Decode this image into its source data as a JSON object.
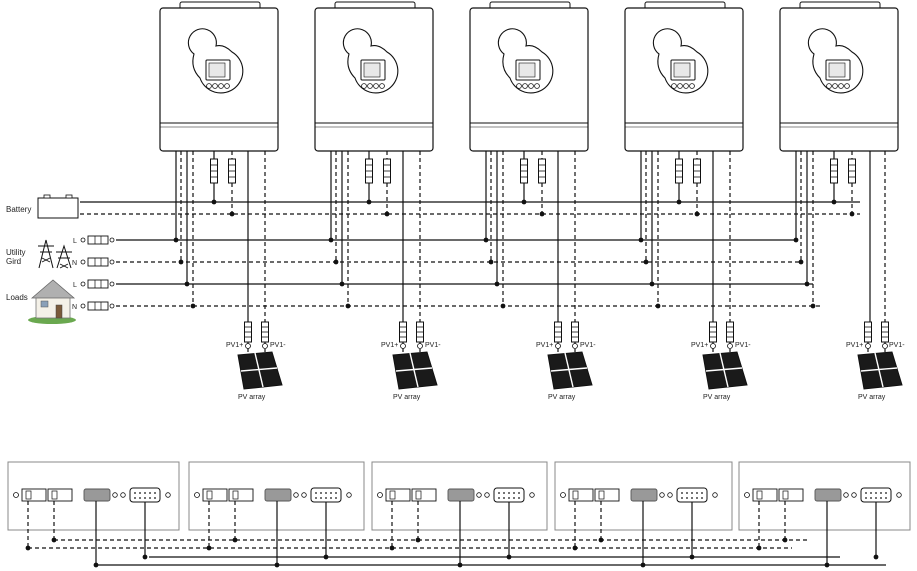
{
  "labels": {
    "battery": "Battery",
    "utility_line1": "Utility",
    "utility_line2": "Gird",
    "loads": "Loads",
    "live": "L",
    "neutral": "N"
  },
  "pv": {
    "plus": "PV1+",
    "minus": "PV1-",
    "array": "PV array"
  },
  "colors": {
    "line": "#111111",
    "inverter_fill": "#ffffff",
    "port_fill": "#999999",
    "roof": "#b0b0b0",
    "grass": "#6aa84f",
    "panel": "#1a1a1a"
  }
}
